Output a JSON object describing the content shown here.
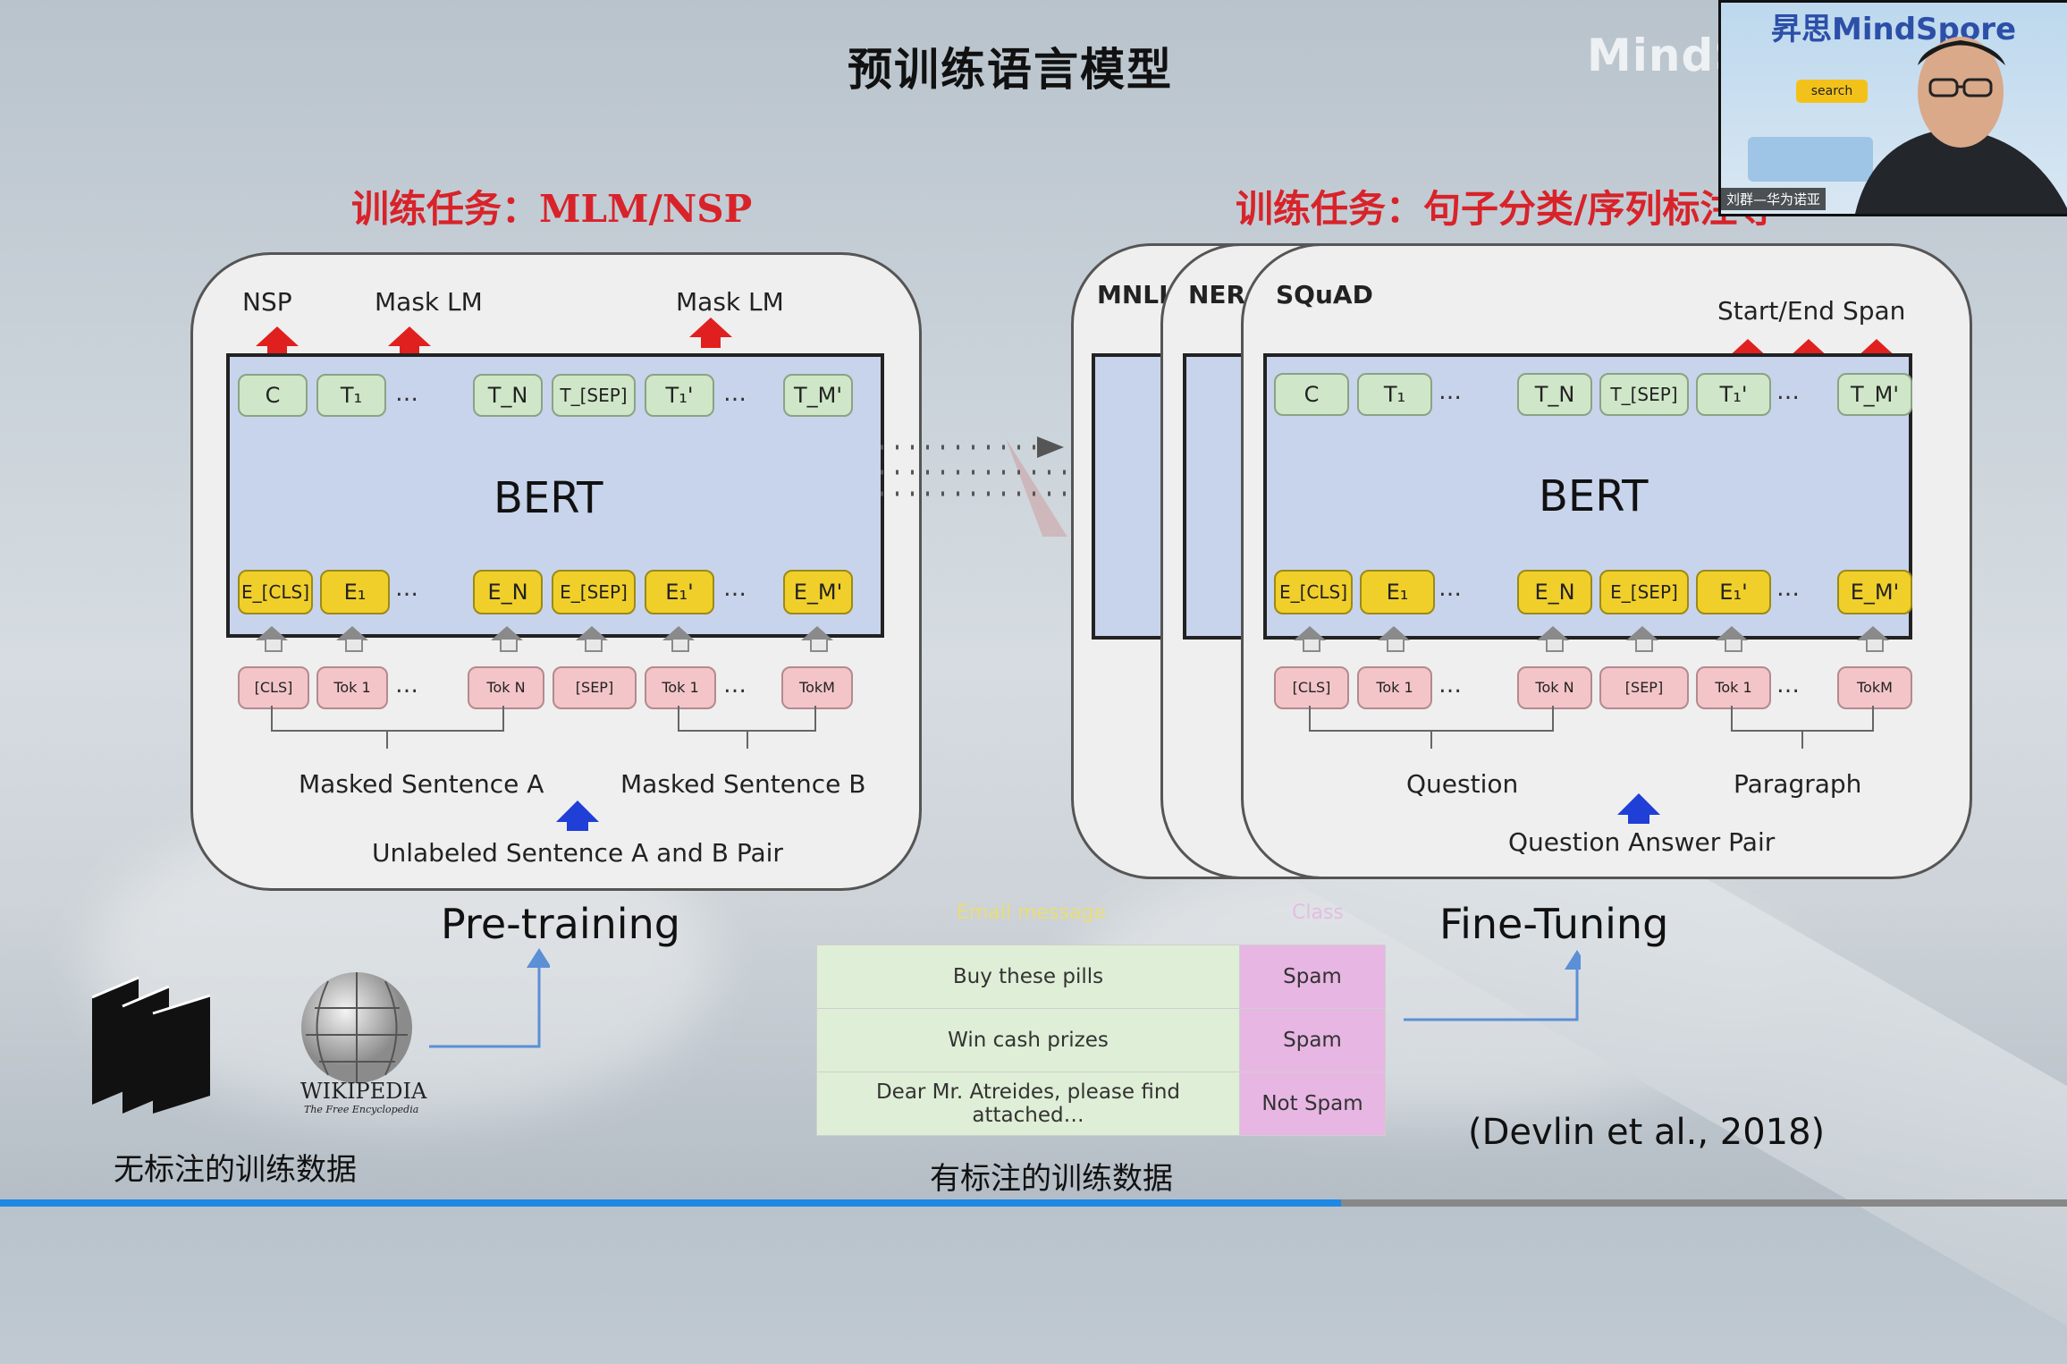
{
  "title": "预训练语言模型",
  "watermark": "MindSpore官方",
  "left": {
    "task": "训练任务：MLM/NSP",
    "heads": [
      "NSP",
      "Mask LM",
      "Mask LM"
    ],
    "bert": "BERT",
    "out_tokens": [
      "C",
      "T₁",
      "…",
      "T_N",
      "T_[SEP]",
      "T₁'",
      "…",
      "T_M'"
    ],
    "emb_tokens": [
      "E_[CLS]",
      "E₁",
      "…",
      "E_N",
      "E_[SEP]",
      "E₁'",
      "…",
      "E_M'"
    ],
    "in_tokens": [
      "[CLS]",
      "Tok 1",
      "…",
      "Tok N",
      "[SEP]",
      "Tok 1",
      "…",
      "TokM"
    ],
    "sentence_a": "Masked Sentence A",
    "sentence_b": "Masked Sentence B",
    "pair": "Unlabeled Sentence A and B Pair",
    "caption": "Pre-training"
  },
  "right": {
    "task": "训练任务：句子分类/序列标注等",
    "stack_tabs": [
      "MNLI",
      "NER",
      "SQuAD"
    ],
    "head": "Start/End Span",
    "bert": "BERT",
    "out_tokens": [
      "C",
      "T₁",
      "…",
      "T_N",
      "T_[SEP]",
      "T₁'",
      "…",
      "T_M'"
    ],
    "emb_tokens": [
      "E_[CLS]",
      "E₁",
      "…",
      "E_N",
      "E_[SEP]",
      "E₁'",
      "…",
      "E_M'"
    ],
    "in_tokens": [
      "[CLS]",
      "Tok 1",
      "…",
      "Tok N",
      "[SEP]",
      "Tok 1",
      "…",
      "TokM"
    ],
    "question": "Question",
    "paragraph": "Paragraph",
    "pair": "Question Answer Pair",
    "caption": "Fine-Tuning"
  },
  "unlabeled": {
    "caption": "无标注的训练数据",
    "wiki_name": "WIKIPEDIA",
    "wiki_sub": "The Free Encyclopedia"
  },
  "labeled": {
    "caption": "有标注的训练数据",
    "head_msg": "Email message",
    "head_class": "Class",
    "rows": [
      {
        "msg": "Buy these pills",
        "cls": "Spam"
      },
      {
        "msg": "Win cash prizes",
        "cls": "Spam"
      },
      {
        "msg": "Dear Mr. Atreides, please find attached…",
        "cls": "Not Spam"
      }
    ]
  },
  "citation": "(Devlin et al., 2018)",
  "webcam": {
    "banner": "昇思MindSpore",
    "search_label": "search",
    "name": "刘群—华为诺亚"
  },
  "colors": {
    "accent_red": "#d8232a",
    "bert_fill": "#c8d4ec",
    "token_green": "#cfe6c8",
    "token_yellow": "#f1cf2a",
    "token_pink": "#f3c5c8"
  }
}
